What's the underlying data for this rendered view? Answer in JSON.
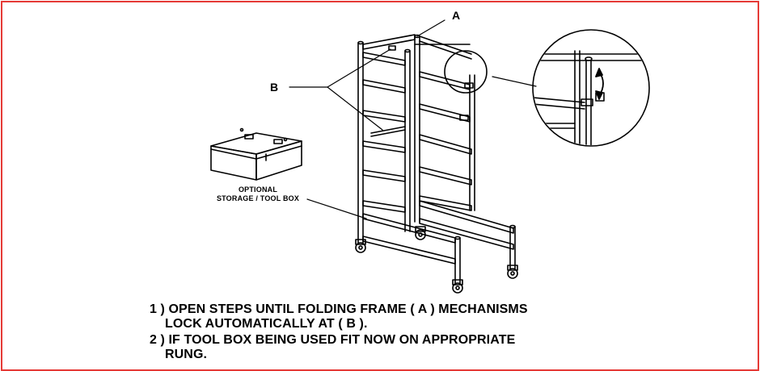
{
  "labels": {
    "a": "A",
    "b": "B",
    "toolbox_line1": "OPTIONAL",
    "toolbox_line2": "STORAGE / TOOL BOX"
  },
  "instructions": [
    {
      "line1": "1 ) OPEN STEPS UNTIL FOLDING FRAME ( A )  MECHANISMS",
      "line2": "LOCK AUTOMATICALLY AT ( B )."
    },
    {
      "line1": "2 ) IF TOOL BOX BEING USED FIT NOW ON APPROPRIATE",
      "line2": "RUNG."
    }
  ],
  "colors": {
    "border": "#e53935",
    "ink": "#000000"
  },
  "icons": [
    "rotation-arrow-icon",
    "caster-wheel-icon"
  ]
}
